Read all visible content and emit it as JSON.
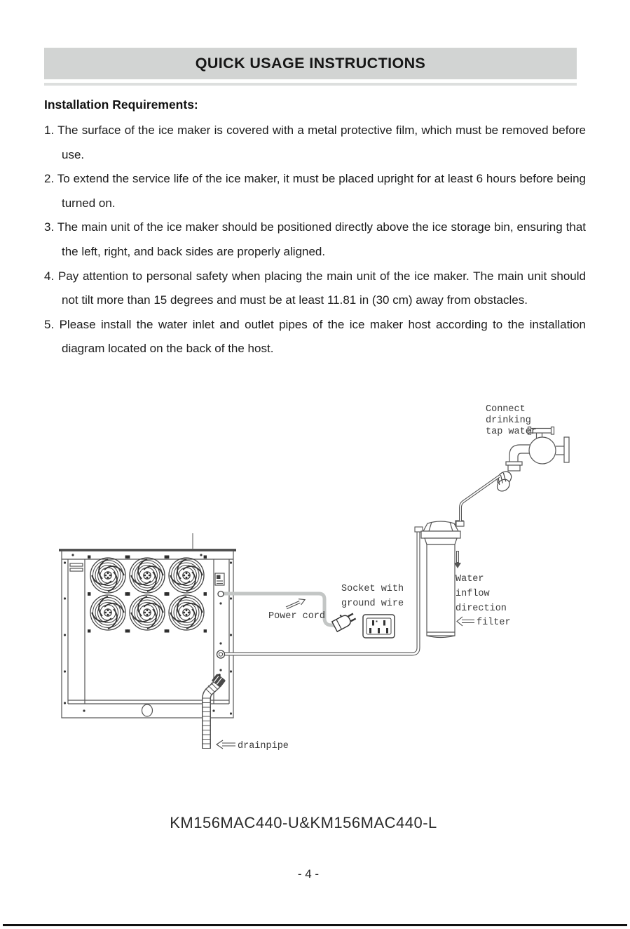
{
  "page": {
    "header_title": "QUICK USAGE INSTRUCTIONS",
    "section_heading": "Installation Requirements:",
    "model_line": "KM156MAC440-U&KM156MAC440-L",
    "page_number": "- 4 -"
  },
  "instructions": [
    {
      "num": "1.",
      "text": "The surface of the ice maker is covered with a metal protective film, which must be removed before use."
    },
    {
      "num": "2.",
      "text": "To extend the service life of the ice maker, it must be placed upright for at least 6 hours before being turned on."
    },
    {
      "num": "3.",
      "text": "The main unit of the ice maker should be positioned directly above the ice storage bin, ensuring that the left, right, and back sides are properly aligned."
    },
    {
      "num": "4.",
      "text": "Pay attention to personal safety when placing the main unit of the ice maker. The main unit should not tilt more than 15 degrees and must be at least 11.81 in (30 cm) away from obstacles."
    },
    {
      "num": "5.",
      "text": "Please install the water inlet and outlet pipes of the ice maker host according to the installation diagram located on the back of the host."
    }
  ],
  "diagram": {
    "labels": {
      "tap_line1": "Connect",
      "tap_line2": "drinking",
      "tap_line3": "tap water",
      "power_cord": "Power cord",
      "socket_line1": "Socket with",
      "socket_line2": "ground wire",
      "inflow_line1": "Water",
      "inflow_line2": "inflow",
      "inflow_line3": "direction",
      "filter": "filter",
      "drainpipe": "drainpipe"
    }
  },
  "colors": {
    "header_bar": "#d2d4d3",
    "header_underline": "#dddfde",
    "footer_rule": "#111111",
    "diagram_line": "#555555",
    "power_cord": "#c3c6c5"
  }
}
